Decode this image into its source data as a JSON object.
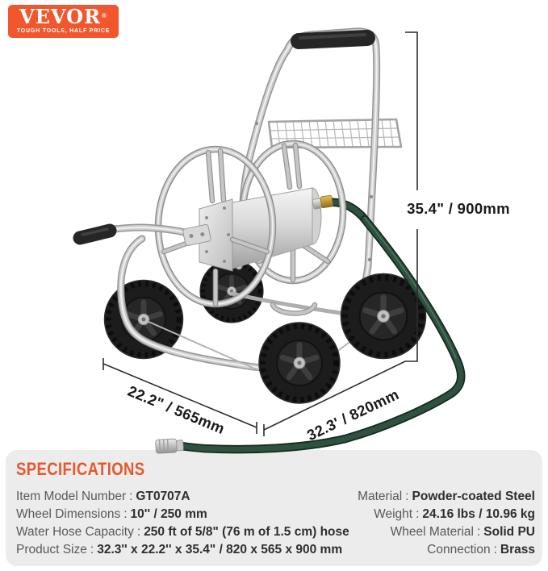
{
  "brand": {
    "name": "VEVOR",
    "registered": "®",
    "tagline": "TOUGH TOOLS, HALF PRICE"
  },
  "dimensions": {
    "height_label": "35.4\" / 900mm",
    "width_label": "22.2\" / 565mm",
    "depth_label": "32.3' / 820mm"
  },
  "specs": {
    "title": "SPECIFICATIONS",
    "separator": ":",
    "left": [
      {
        "label": "Item Model Number",
        "value": "GT0707A"
      },
      {
        "label": "Wheel Dimensions",
        "value": "10'' / 250 mm"
      },
      {
        "label": "Water Hose Capacity",
        "value": "250 ft of 5/8\" (76 m of 1.5 cm) hose"
      },
      {
        "label": "Product Size",
        "value": "32.3'' x 22.2'' x 35.4\" / 820 x 565 x 900 mm"
      }
    ],
    "right": [
      {
        "label": "Material",
        "value": "Powder-coated Steel"
      },
      {
        "label": "Weight",
        "value": "24.16 lbs / 10.96 kg"
      },
      {
        "label": "Wheel Material",
        "value": "Solid PU"
      },
      {
        "label": "Connection",
        "value": "Brass"
      }
    ]
  },
  "colors": {
    "brand_orange": "#F1562D",
    "title_orange": "#E7572B",
    "panel_gray": "#ECECEC",
    "hose_green": "#2F5140",
    "metal_silver": "#CDCDCD",
    "tire_black": "#1C1C1C",
    "brass": "#C19A3D"
  }
}
